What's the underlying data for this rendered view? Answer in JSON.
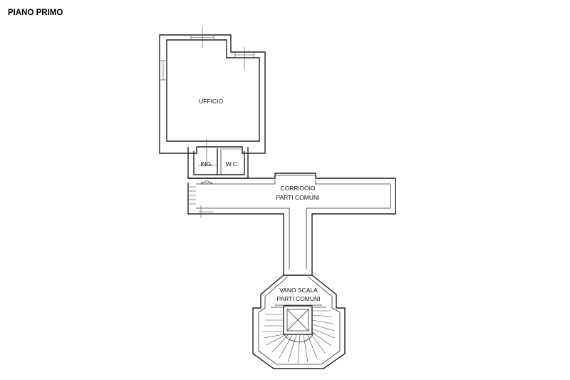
{
  "plan": {
    "floor_title": "PIANO PRIMO",
    "rooms": {
      "office": "UFFICIO",
      "entrance": "ING.",
      "wc": "W.C.",
      "corridor_line1": "CORRIDOIO",
      "corridor_line2": "PARTI COMUNI",
      "stair_line1": "VANO SCALA",
      "stair_line2": "PARTI COMUNI"
    }
  }
}
